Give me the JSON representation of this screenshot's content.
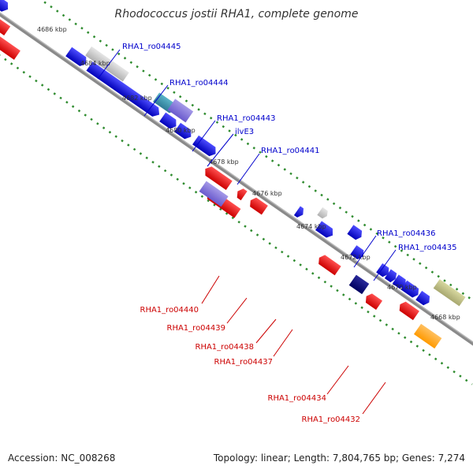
{
  "title": "Rhodococcus jostii RHA1, complete genome",
  "footer": {
    "accession": "Accession: NC_008268",
    "summary": "Topology: linear; Length: 7,804,765 bp; Genes: 7,274"
  },
  "colors": {
    "forward_label": "#0000cc",
    "reverse_label": "#cc0000",
    "backbone": "#8a8a8a",
    "tick": "#2e8b2e"
  },
  "scale_labels": [
    "4686 kbp",
    "4684 kbp",
    "4682 kbp",
    "4680 kbp",
    "4678 kbp",
    "4676 kbp",
    "4674 kbp",
    "4672 kbp",
    "4670 kbp",
    "4668 kbp"
  ],
  "forward_labels": [
    "RHA1_ro04445",
    "RHA1_ro04444",
    "RHA1_ro04443",
    "ilvE3",
    "RHA1_ro04441",
    "RHA1_ro04436",
    "RHA1_ro04435"
  ],
  "reverse_labels": [
    "RHA1_ro04440",
    "RHA1_ro04439",
    "RHA1_ro04438",
    "RHA1_ro04437",
    "RHA1_ro04434",
    "RHA1_ro04432"
  ]
}
